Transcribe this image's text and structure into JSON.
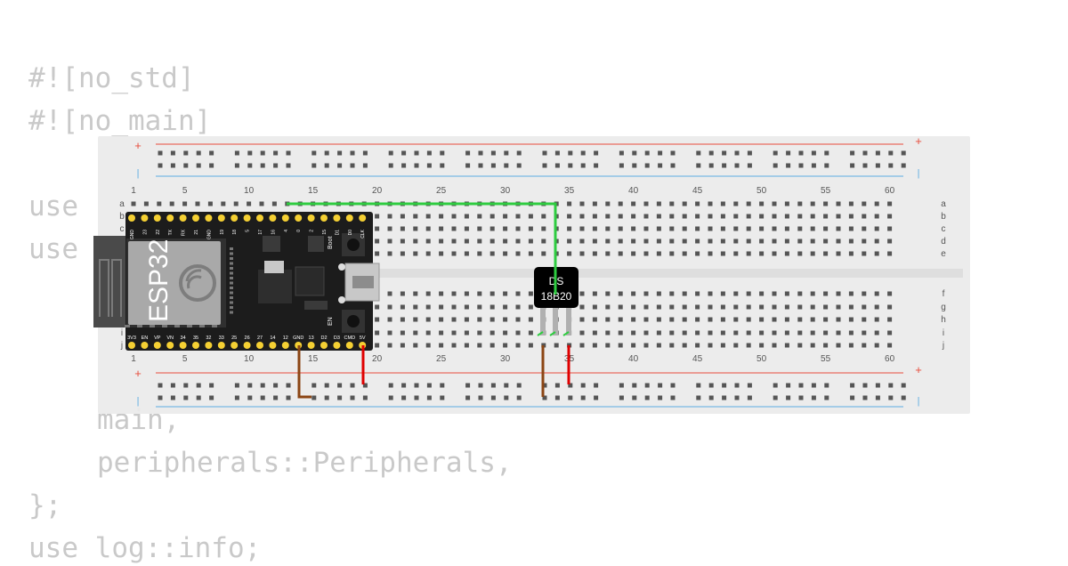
{
  "code_lines": [
    {
      "indent": 0,
      "text": "#![no_std]"
    },
    {
      "indent": 0,
      "text": "#![no_main]"
    },
    {
      "indent": 0,
      "text": ""
    },
    {
      "indent": 0,
      "text": "use"
    },
    {
      "indent": 0,
      "text": "use"
    },
    {
      "indent": 1,
      "text": ""
    },
    {
      "indent": 1,
      "text": ""
    },
    {
      "indent": 1,
      "text": ""
    },
    {
      "indent": 1,
      "text": "main,"
    },
    {
      "indent": 1,
      "text": "peripherals::Peripherals,"
    },
    {
      "indent": 0,
      "text": "};"
    },
    {
      "indent": 0,
      "text": "use log::info;"
    }
  ],
  "breadboard": {
    "columns": 60,
    "top_rows": [
      "a",
      "b",
      "c",
      "d",
      "e"
    ],
    "bottom_rows": [
      "f",
      "g",
      "h",
      "i",
      "j"
    ],
    "column_numbers": [
      "1",
      "5",
      "10",
      "15",
      "20",
      "25",
      "30",
      "35",
      "40",
      "45",
      "50",
      "55",
      "60"
    ],
    "rail_plus": "+",
    "rail_minus": "|"
  },
  "esp32": {
    "label": "ESP32",
    "button_label": "Boot",
    "en_label": "EN",
    "top_pins": [
      "GND",
      "23",
      "22",
      "TX",
      "RX",
      "21",
      "GND",
      "19",
      "18",
      "5",
      "17",
      "16",
      "4",
      "0",
      "2",
      "15",
      "D1",
      "D0",
      "CLK"
    ],
    "bottom_pins": [
      "3V3",
      "EN",
      "VP",
      "VN",
      "34",
      "35",
      "32",
      "33",
      "25",
      "26",
      "27",
      "14",
      "12",
      "GND",
      "13",
      "D2",
      "D3",
      "CMD",
      "5V"
    ]
  },
  "sensor": {
    "line1": "DS",
    "line2": "18B20"
  },
  "colors": {
    "board_bg": "#ebebeb",
    "hole": "#555555",
    "rail_red": "#e74c3c",
    "rail_blue": "#5dade2",
    "wire_green": "#2ecc40",
    "wire_red": "#e00000",
    "wire_brown": "#8b4513",
    "pin_yellow": "#f5d033",
    "pcb_black": "#1c1c1c"
  }
}
